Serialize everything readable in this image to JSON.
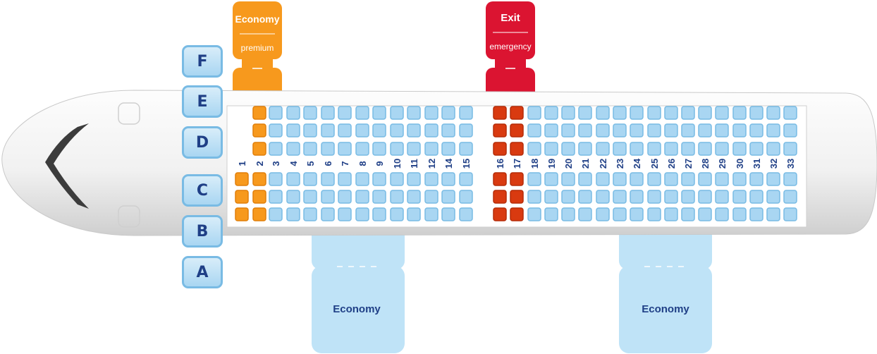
{
  "legend": {
    "premium": {
      "title": "Economy",
      "subtitle": "premium",
      "color": "#f7991d"
    },
    "exit": {
      "title": "Exit",
      "subtitle": "emergency",
      "color": "#db1431"
    },
    "economy_left": {
      "title": "Economy",
      "color": "#bfe3f7"
    },
    "economy_right": {
      "title": "Economy",
      "color": "#bfe3f7"
    }
  },
  "seat_letters": [
    "F",
    "E",
    "D",
    "C",
    "B",
    "A"
  ],
  "rows": [
    {
      "label": "1",
      "class": "premium",
      "seats": "ABC"
    },
    {
      "label": "2",
      "class": "premium",
      "seats": "ABCDEF"
    },
    {
      "label": "3",
      "class": "economy",
      "seats": "ABCDEF"
    },
    {
      "label": "4",
      "class": "economy",
      "seats": "ABCDEF"
    },
    {
      "label": "5",
      "class": "economy",
      "seats": "ABCDEF"
    },
    {
      "label": "6",
      "class": "economy",
      "seats": "ABCDEF"
    },
    {
      "label": "7",
      "class": "economy",
      "seats": "ABCDEF"
    },
    {
      "label": "8",
      "class": "economy",
      "seats": "ABCDEF"
    },
    {
      "label": "9",
      "class": "economy",
      "seats": "ABCDEF"
    },
    {
      "label": "10",
      "class": "economy",
      "seats": "ABCDEF"
    },
    {
      "label": "11",
      "class": "economy",
      "seats": "ABCDEF"
    },
    {
      "label": "12",
      "class": "economy",
      "seats": "ABCDEF"
    },
    {
      "label": "14",
      "class": "economy",
      "seats": "ABCDEF"
    },
    {
      "label": "15",
      "class": "economy",
      "seats": "ABCDEF"
    },
    {
      "label": "16",
      "class": "exit",
      "seats": "ABCDEF"
    },
    {
      "label": "17",
      "class": "exit",
      "seats": "ABCDEF"
    },
    {
      "label": "18",
      "class": "economy",
      "seats": "ABCDEF"
    },
    {
      "label": "19",
      "class": "economy",
      "seats": "ABCDEF"
    },
    {
      "label": "20",
      "class": "economy",
      "seats": "ABCDEF"
    },
    {
      "label": "21",
      "class": "economy",
      "seats": "ABCDEF"
    },
    {
      "label": "22",
      "class": "economy",
      "seats": "ABCDEF"
    },
    {
      "label": "23",
      "class": "economy",
      "seats": "ABCDEF"
    },
    {
      "label": "24",
      "class": "economy",
      "seats": "ABCDEF"
    },
    {
      "label": "25",
      "class": "economy",
      "seats": "ABCDEF"
    },
    {
      "label": "26",
      "class": "economy",
      "seats": "ABCDEF"
    },
    {
      "label": "27",
      "class": "economy",
      "seats": "ABCDEF"
    },
    {
      "label": "28",
      "class": "economy",
      "seats": "ABCDEF"
    },
    {
      "label": "29",
      "class": "economy",
      "seats": "ABCDEF"
    },
    {
      "label": "30",
      "class": "economy",
      "seats": "ABCDEF"
    },
    {
      "label": "31",
      "class": "economy",
      "seats": "ABCDEF"
    },
    {
      "label": "32",
      "class": "economy",
      "seats": "ABCDEF"
    },
    {
      "label": "33",
      "class": "economy",
      "seats": "ABCDEF"
    }
  ],
  "colors": {
    "economy_seat": "#a9d6f2",
    "economy_seat_border": "#79bbe4",
    "premium_seat": "#f7991d",
    "exit_seat": "#d93a10",
    "row_label": "#1f3f86",
    "fuselage": "#f2f2f2"
  }
}
